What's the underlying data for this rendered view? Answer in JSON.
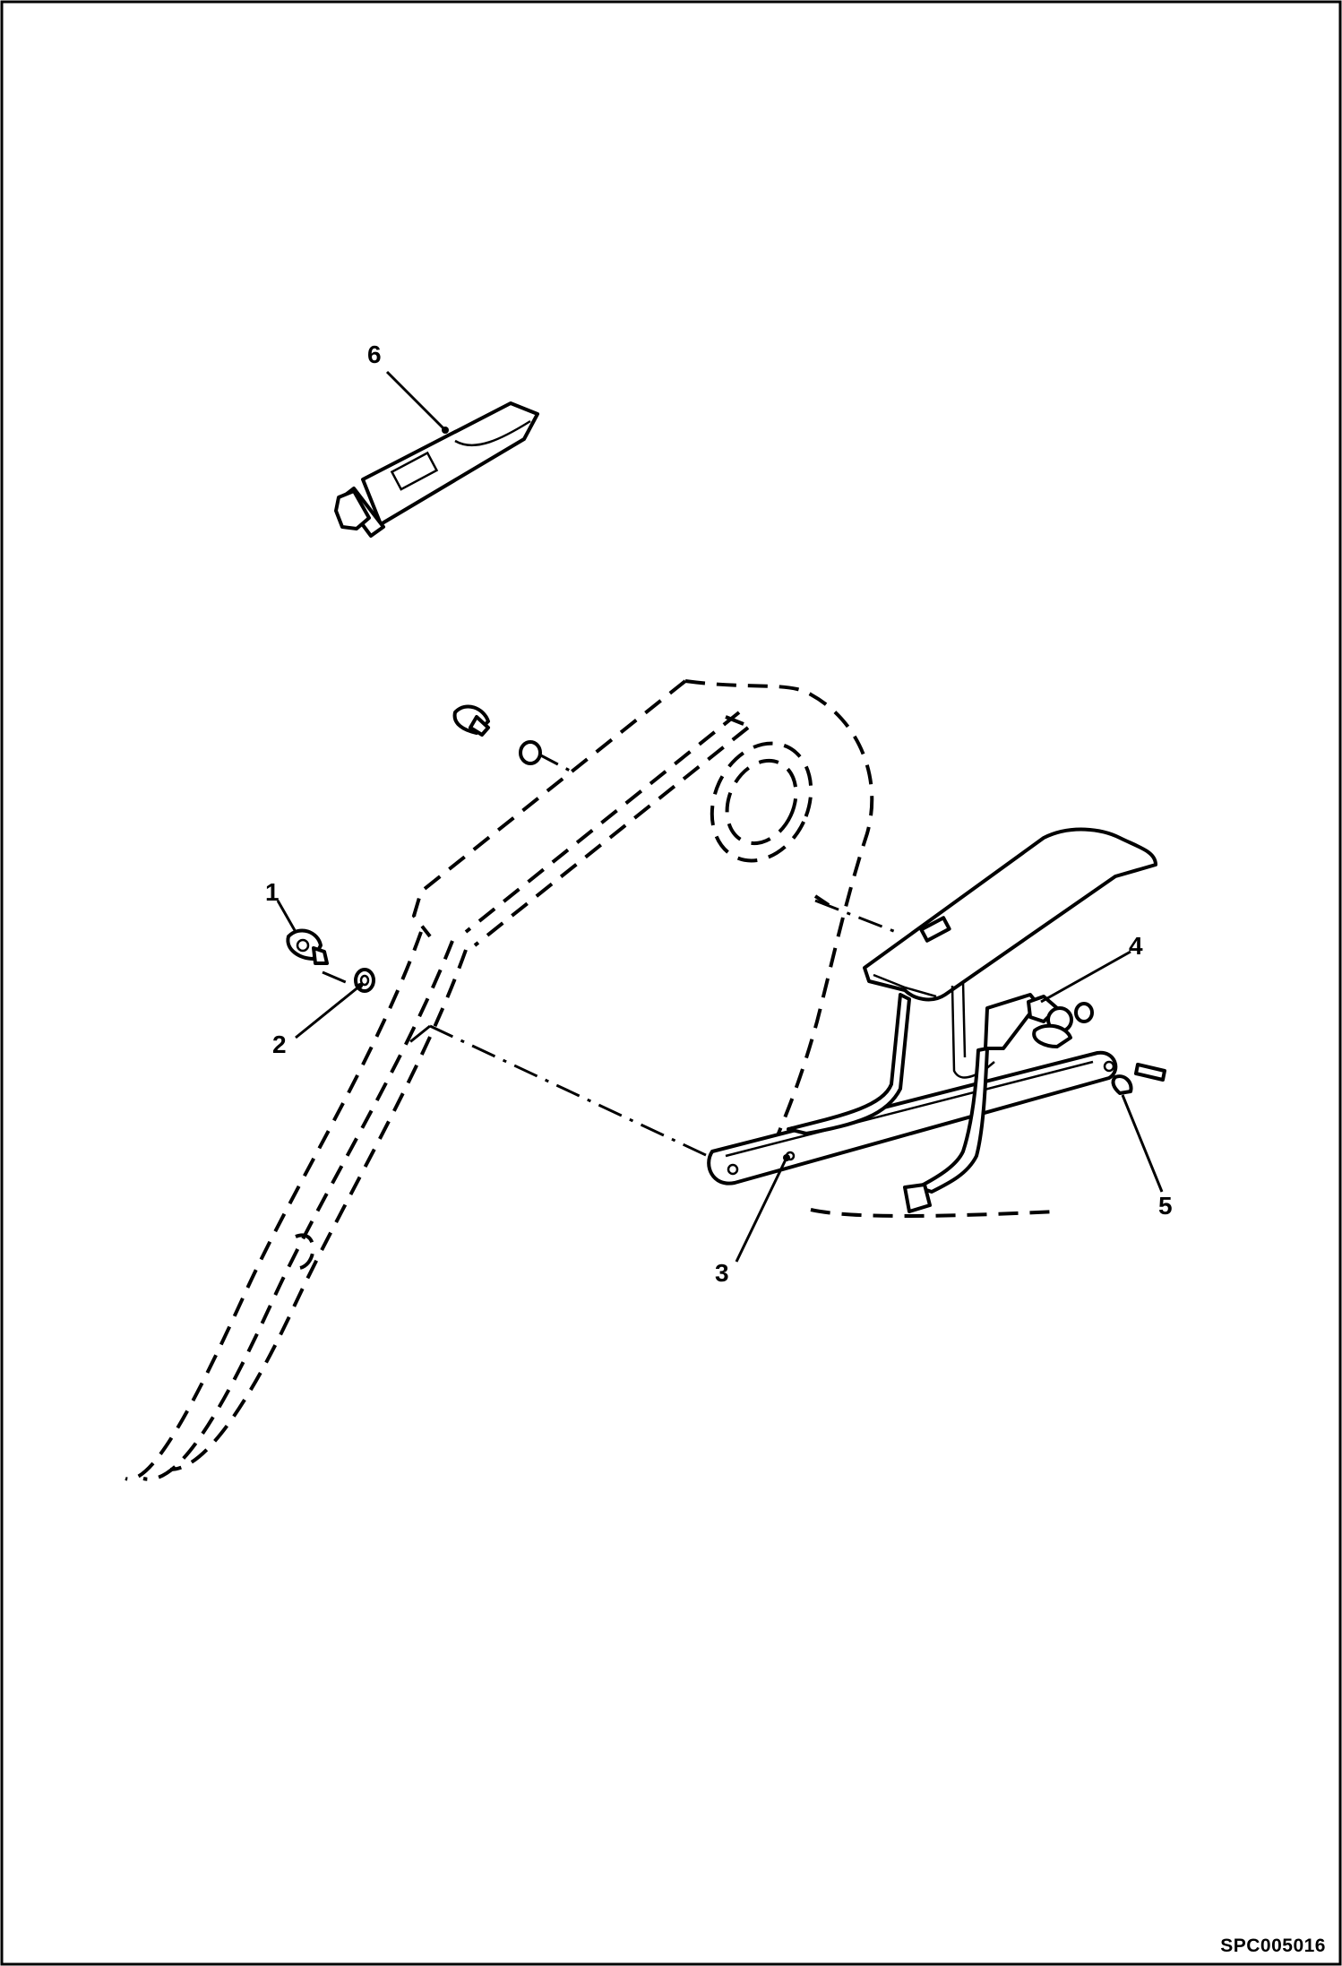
{
  "drawing": {
    "document_id": "SPC005016",
    "callouts": [
      {
        "id": "callout-1",
        "label": "1"
      },
      {
        "id": "callout-2",
        "label": "2"
      },
      {
        "id": "callout-3",
        "label": "3"
      },
      {
        "id": "callout-4",
        "label": "4"
      },
      {
        "id": "callout-5",
        "label": "5"
      },
      {
        "id": "callout-6",
        "label": "6"
      }
    ]
  }
}
